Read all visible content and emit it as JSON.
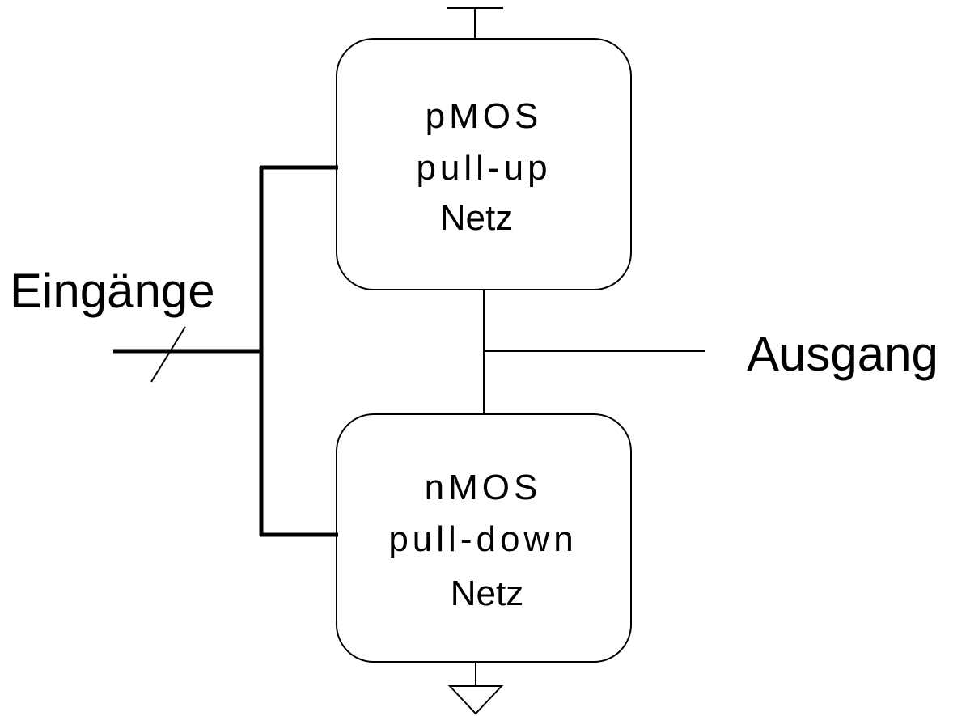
{
  "diagram": {
    "pmos_block": {
      "line1": "pMOS",
      "line2": "pull-up",
      "line3": "Netz"
    },
    "nmos_block": {
      "line1": "nMOS",
      "line2": "pull-down",
      "line3": "Netz"
    },
    "inputs_label": "Eingänge",
    "output_label": "Ausgang",
    "colors": {
      "stroke": "#000000",
      "background": "#ffffff"
    },
    "symbols": {
      "top_supply": "vdd-supply-symbol",
      "bottom_ground": "ground-triangle-symbol",
      "bus_slash": "bus-slash-marker"
    }
  }
}
